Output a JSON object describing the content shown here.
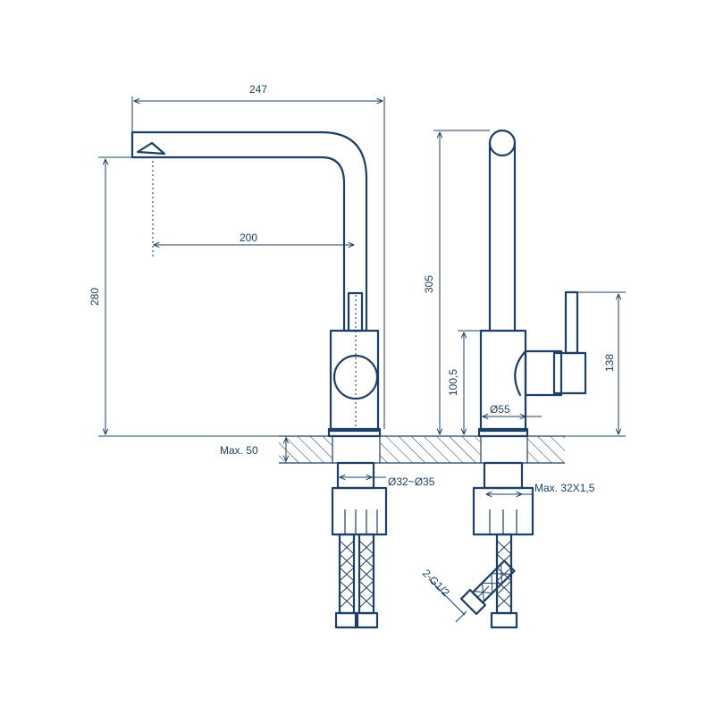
{
  "dimensions": {
    "spout_length": "247",
    "reach": "200",
    "height_total": "280",
    "height_side": "305",
    "body_height": "100,5",
    "lever_height": "138",
    "base_diameter": "Ø55",
    "max_thickness": "Max. 50",
    "hole_diameter": "Ø32~Ø35",
    "thread": "Max. 32X1,5",
    "hose_connection": "2-G1/2"
  },
  "colors": {
    "stroke": "#1d3f63",
    "background": "#ffffff"
  }
}
